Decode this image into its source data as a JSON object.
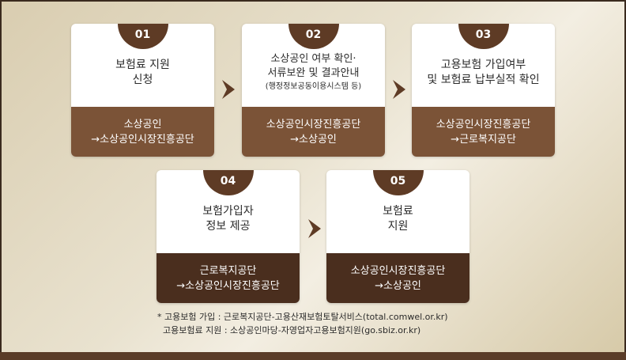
{
  "steps": [
    {
      "num": "01",
      "line1": "보험료 지원",
      "line2": "신청",
      "line3": "",
      "bottom1": "소상공인",
      "bottom2": "→소상공인시장진흥공단"
    },
    {
      "num": "02",
      "line1": "소상공인 여부 확인·",
      "line2": "서류보완 및 결과안내",
      "line3": "(행정정보공동이용시스템 등)",
      "bottom1": "소상공인시장진흥공단",
      "bottom2": "→소상공인"
    },
    {
      "num": "03",
      "line1": "고용보험 가입여부",
      "line2": "및 보험료 납부실적 확인",
      "line3": "",
      "bottom1": "소상공인시장진흥공단",
      "bottom2": "→근로복지공단"
    },
    {
      "num": "04",
      "line1": "보험가입자",
      "line2": "정보 제공",
      "line3": "",
      "bottom1": "근로복지공단",
      "bottom2": "→소상공인시장진흥공단"
    },
    {
      "num": "05",
      "line1": "보험료",
      "line2": "지원",
      "line3": "",
      "bottom1": "소상공인시장진흥공단",
      "bottom2": "→소상공인"
    }
  ],
  "footnote": {
    "line1": "* 고용보험 가입 : 근로복지공단-고용산재보험토탈서비스(total.comwel.or.kr)",
    "line2": "고용보험료 지원 : 소상공인마당-자영업자고용보험지원(go.sbiz.or.kr)"
  },
  "colors": {
    "badge": "#5e3b25",
    "bottom_light": "#7b5337",
    "bottom_dark": "#4a2e1e",
    "arrow": "#5e3b25"
  },
  "icons": {
    "arrow": "chevron-right-icon"
  }
}
